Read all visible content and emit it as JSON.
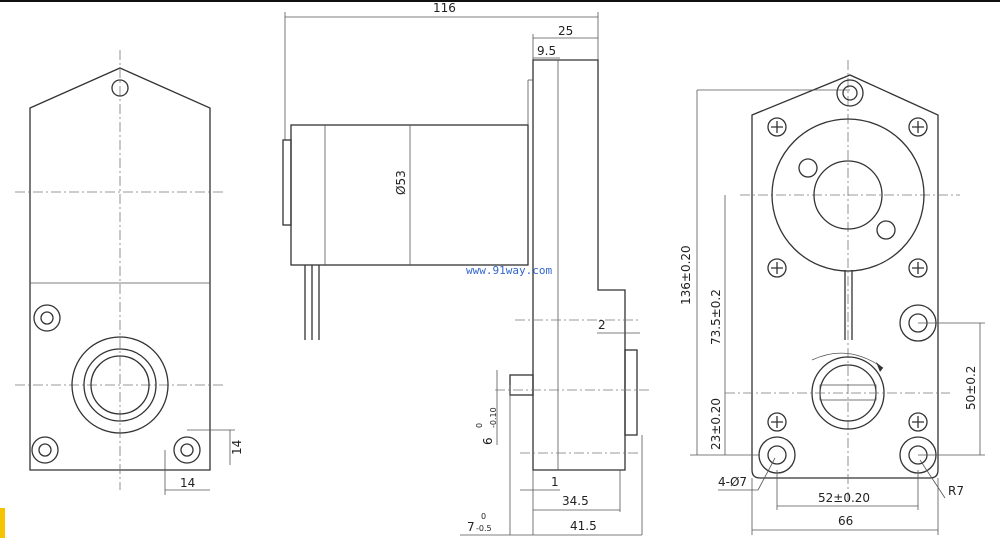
{
  "drawing": {
    "watermark": "www.91way.com",
    "left_view": {
      "dim_width": "14",
      "dim_height": "14"
    },
    "side_view": {
      "overall_length": "116",
      "gearbox_width": "25",
      "plate_thickness": "9.5",
      "motor_diameter": "Ø53",
      "offset": "2",
      "shaft_flat": "6",
      "shaft_flat_tol_upper": "0",
      "shaft_flat_tol_lower": "-0.10",
      "shaft_length": "7",
      "shaft_length_tol_upper": "0",
      "shaft_length_tol_lower": "-0.5",
      "step": "1",
      "depth_1": "34.5",
      "depth_2": "41.5"
    },
    "front_view": {
      "height": "136±0.20",
      "motor_center": "73.5±0.2",
      "shaft_height": "23±0.20",
      "hole_spacing_v": "50±0.2",
      "mount_holes": "4-Ø7",
      "hole_spacing_h": "52±0.20",
      "width": "66",
      "radius": "R7"
    }
  }
}
